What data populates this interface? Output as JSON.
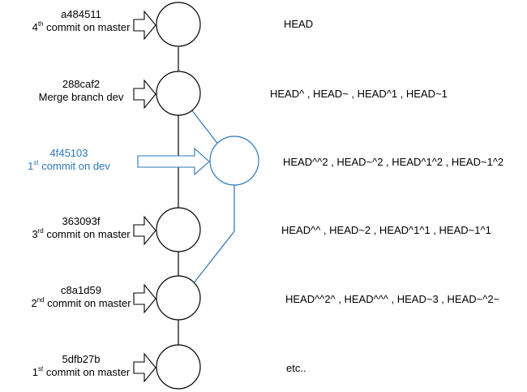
{
  "commits": [
    {
      "hash": "a484511",
      "ordinal": "4",
      "suffix": "th",
      "desc": "commit on master",
      "refs": "HEAD"
    },
    {
      "hash": "288caf2",
      "ordinal": "",
      "suffix": "",
      "desc": "Merge branch dev",
      "refs": "HEAD^ , HEAD~ , HEAD^1 , HEAD~1"
    },
    {
      "hash": "4f45103",
      "ordinal": "1",
      "suffix": "st",
      "desc": "commit on dev",
      "refs": "HEAD^^2 , HEAD~^2 , HEAD^1^2 , HEAD~1^2"
    },
    {
      "hash": "363093f",
      "ordinal": "3",
      "suffix": "rd",
      "desc": "commit on master",
      "refs": "HEAD^^ , HEAD~2 , HEAD^1^1 , HEAD~1^1"
    },
    {
      "hash": "c8a1d59",
      "ordinal": "2",
      "suffix": "nd",
      "desc": "commit on master",
      "refs": "HEAD^^2^ , HEAD^^^ , HEAD~3 , HEAD~^2~"
    },
    {
      "hash": "5dfb27b",
      "ordinal": "1",
      "suffix": "st",
      "desc": "commit on master",
      "refs": "etc.."
    }
  ],
  "colors": {
    "master": "#000000",
    "dev": "#2e75b6",
    "background": "#ffffff"
  }
}
